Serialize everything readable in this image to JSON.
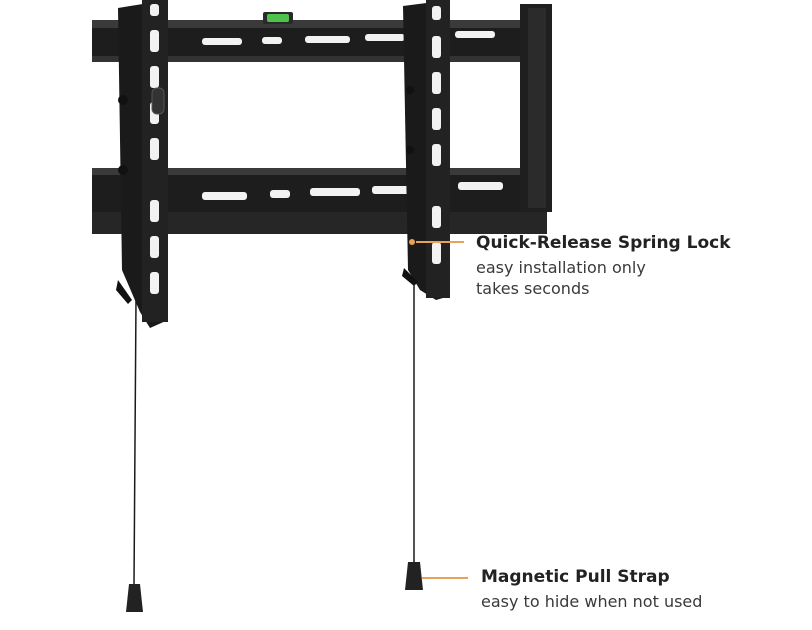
{
  "colors": {
    "accent": "#e8a15a",
    "metal": "#1d1d1d",
    "metal_mid": "#2e2e2e",
    "slot": "#f2f2f2",
    "level_vial": "#4ec24a"
  },
  "callouts": {
    "spring_lock": {
      "title": "Quick-Release Spring Lock",
      "line1": "easy installation only",
      "line2": "takes seconds"
    },
    "pull_strap": {
      "title": "Magnetic Pull Strap",
      "line1": "easy to hide when not used"
    }
  }
}
